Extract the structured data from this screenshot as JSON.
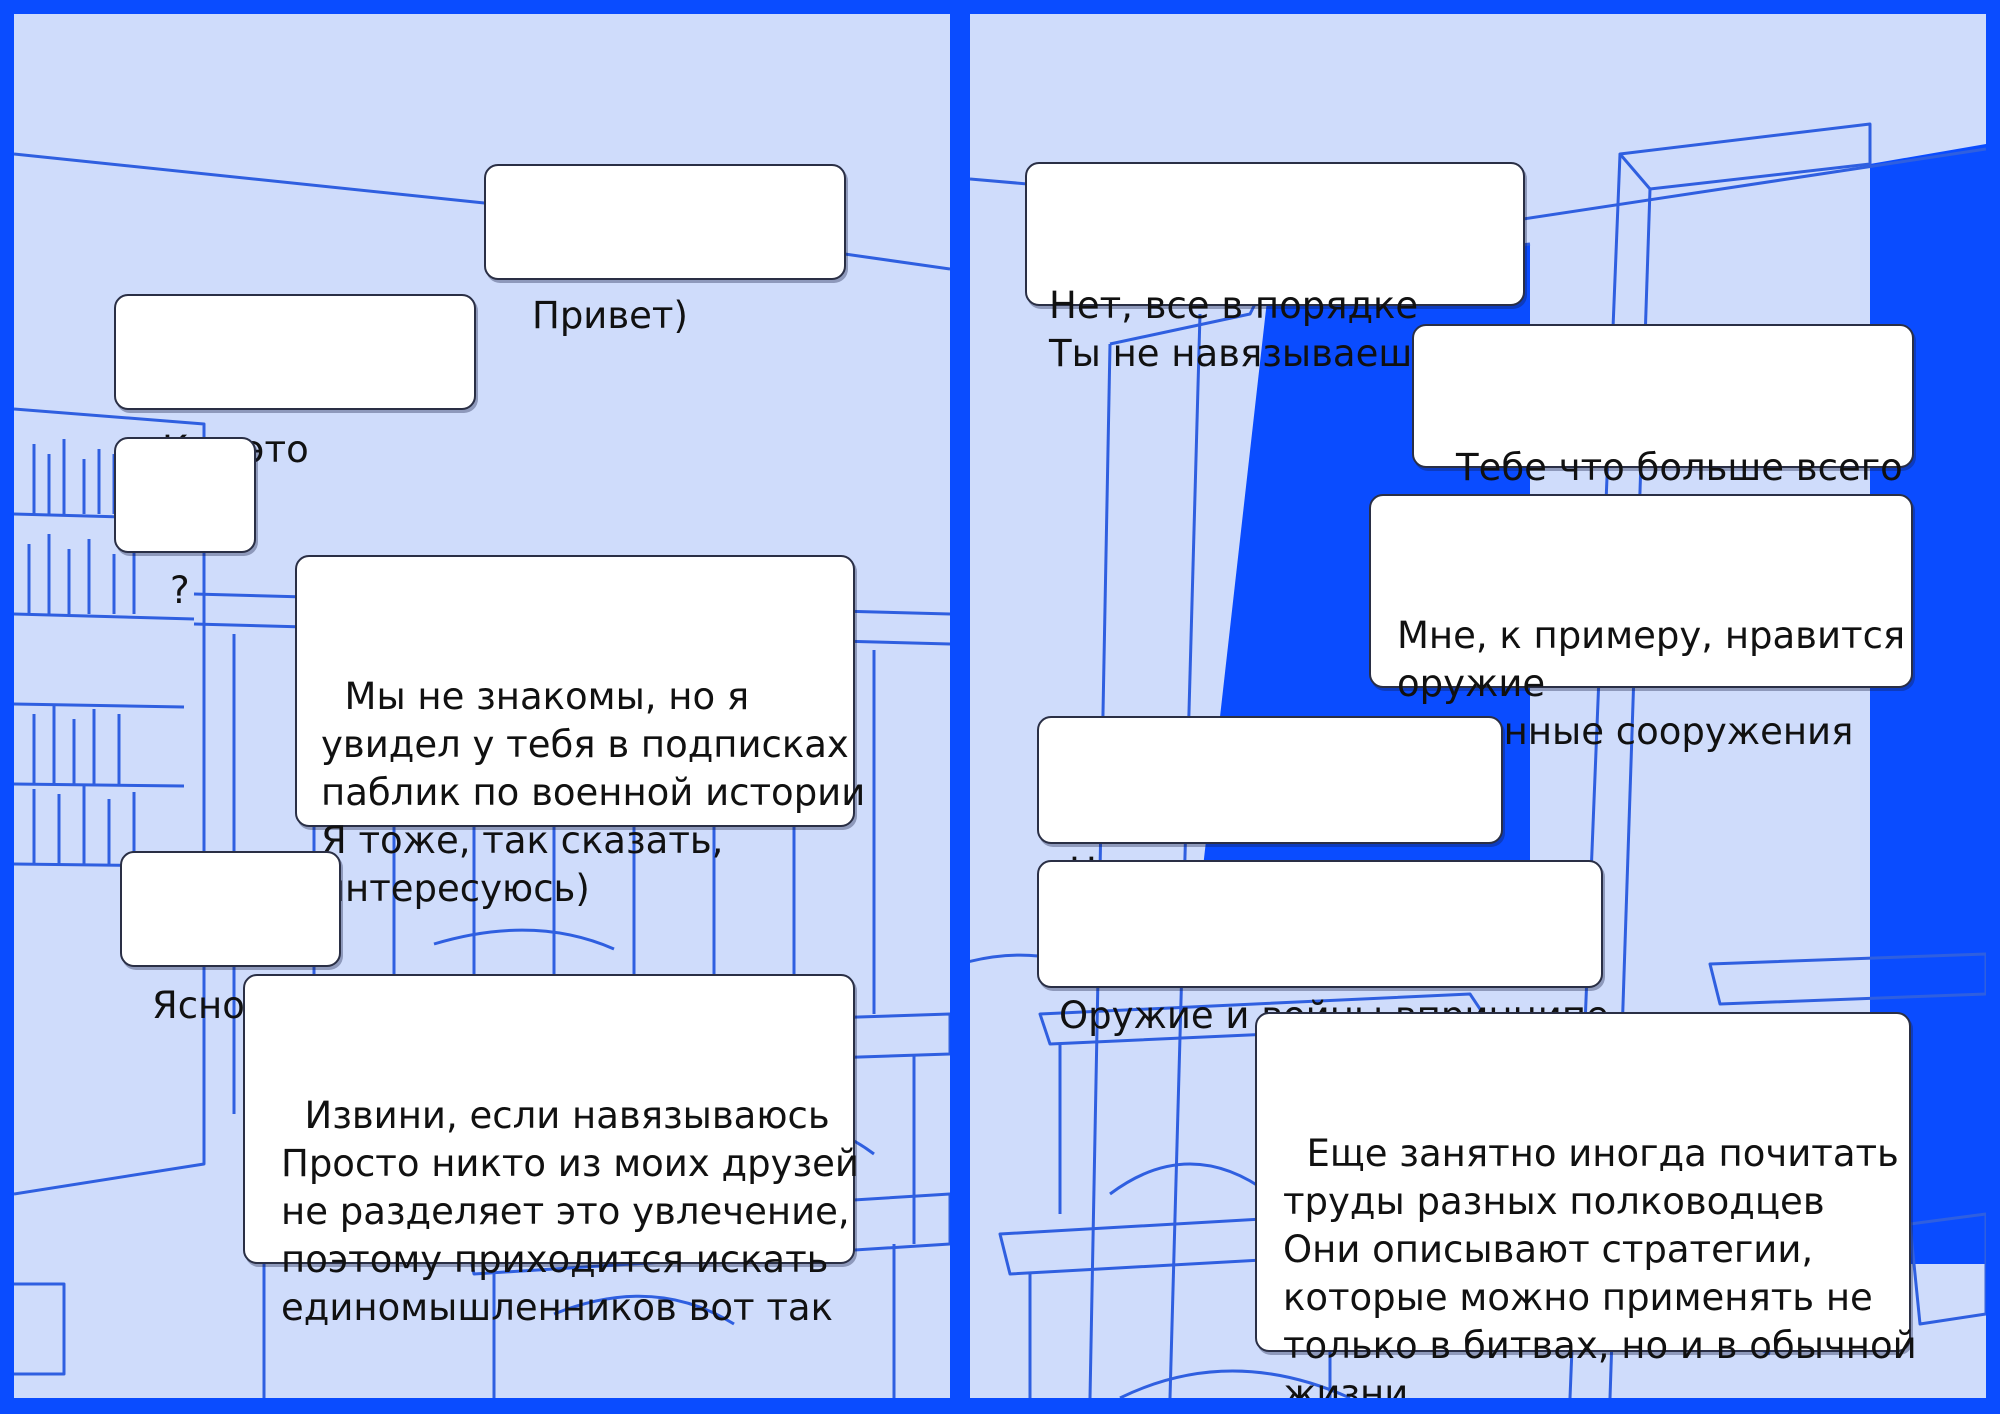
{
  "colors": {
    "frame": "#0a4cff",
    "panel_background": "#cfdcfb",
    "line_art": "#2f5fe0",
    "dark_area": "#0a4cff",
    "bubble_fill": "#ffffff",
    "bubble_border": "#2a2f45"
  },
  "left_panel": {
    "messages": [
      {
        "id": "m1",
        "text": "Привет)"
      },
      {
        "id": "m2",
        "text": "Кто это"
      },
      {
        "id": "m3",
        "text": "?"
      },
      {
        "id": "m4",
        "text": "  Мы не знакомы, но я\nувидел у тебя в подписках\nпаблик по военной истории\nЯ тоже, так сказать,\nинтересуюсь)"
      },
      {
        "id": "m5",
        "text": "Ясно"
      },
      {
        "id": "m6",
        "text": "  Извини, если навязываюсь\nПросто никто из моих друзей\nне разделяет это увлечение,\nпоэтому приходится искать\nединомышленников вот так"
      }
    ]
  },
  "right_panel": {
    "messages": [
      {
        "id": "m7",
        "text": "Нет, все в порядке\nТы не навязываешься"
      },
      {
        "id": "m8",
        "text": "Тебе что больше всего\nинтересно изучать?"
      },
      {
        "id": "m9",
        "text": "Мне, к примеру, нравится\nоружие\nИ военные сооружения"
      },
      {
        "id": "m10",
        "text": "Ну мне тоже наверно"
      },
      {
        "id": "m11",
        "text": "Оружие и войны впринципе"
      },
      {
        "id": "m12",
        "text": "  Еще занятно иногда почитать\nтруды разных полководцев\nОни описывают стратегии,\nкоторые можно применять не\nтолько в битвах, но и в обычной\nжизни"
      }
    ]
  }
}
